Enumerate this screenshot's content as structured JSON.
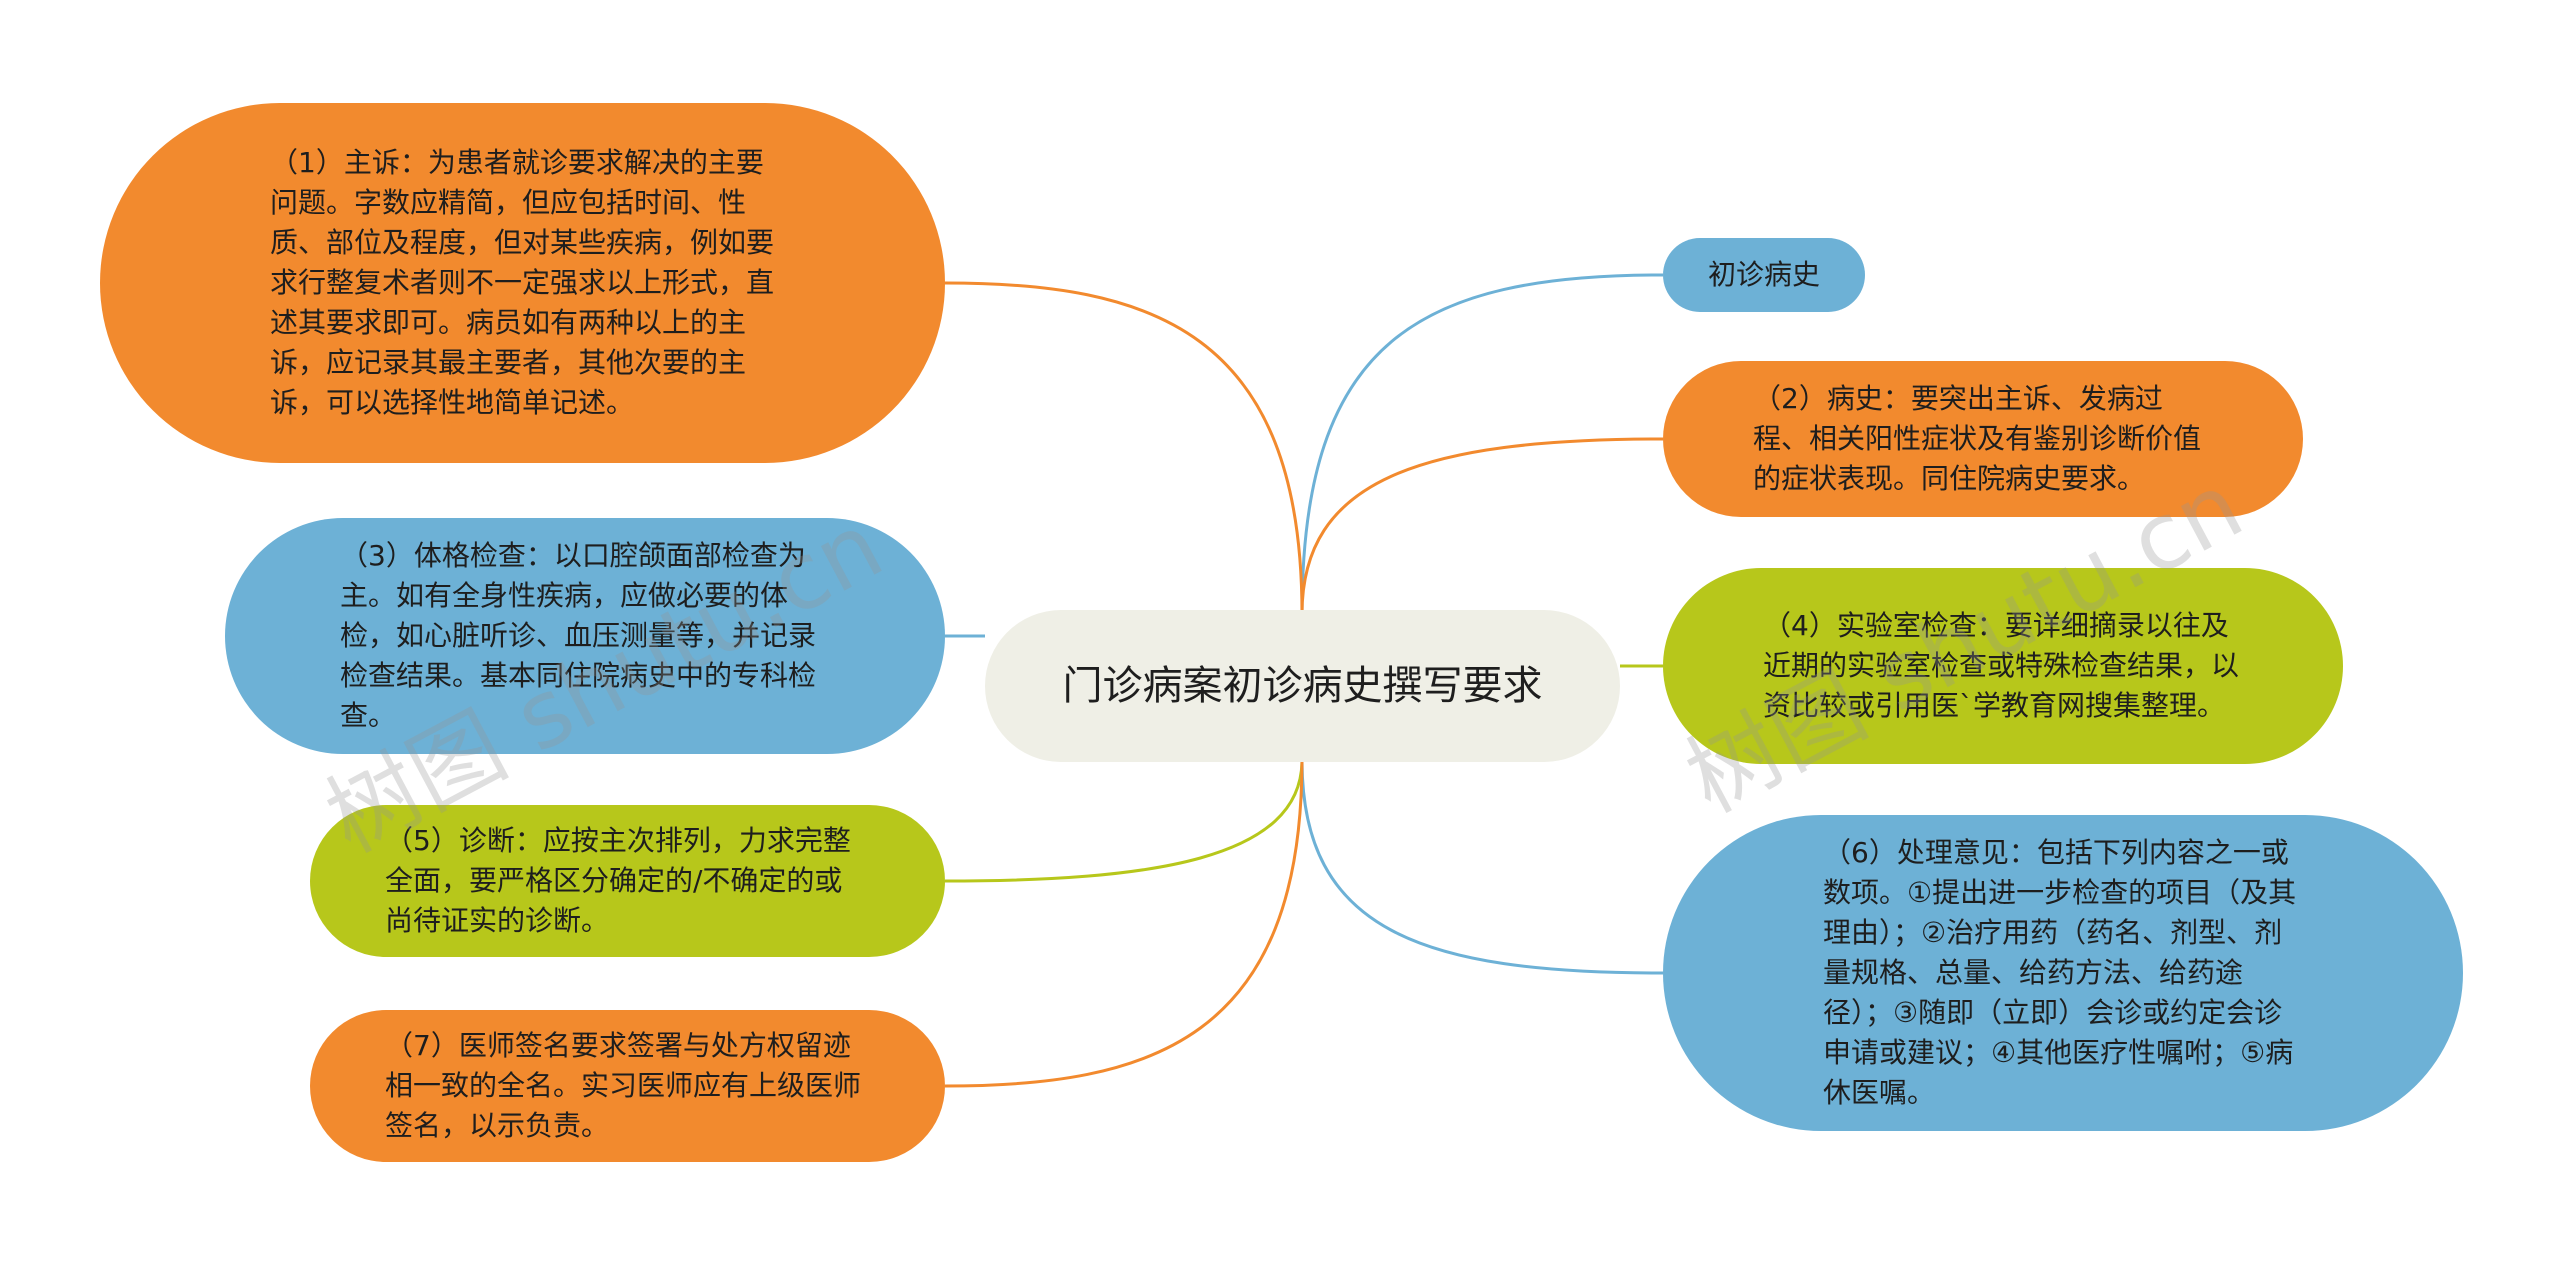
{
  "root": {
    "label": "门诊病案初诊病史撰写要求"
  },
  "nodes": [
    {
      "id": "history",
      "text": "初诊病史"
    },
    {
      "id": "cc",
      "text": "（1）主诉：为患者就诊要求解决的主要问题。字数应精简，但应包括时间、性质、部位及程度，但对某些疾病，例如要求行整复术者则不一定强求以上形式，直述其要求即可。病员如有两种以上的主诉，应记录其最主要者，其他次要的主诉，可以选择性地简单记述。"
    },
    {
      "id": "hpi",
      "text": "（2）病史：要突出主诉、发病过程、相关阳性症状及有鉴别诊断价值的症状表现。同住院病史要求。"
    },
    {
      "id": "pe",
      "text": "（3）体格检查：以口腔颌面部检查为主。如有全身性疾病，应做必要的体检，如心脏听诊、血压测量等，并记录检查结果。基本同住院病史中的专科检查。"
    },
    {
      "id": "lab",
      "text": "（4）实验室检查：要详细摘录以往及近期的实验室检查或特殊检查结果，以资比较或引用医`学教育网搜集整理。"
    },
    {
      "id": "dx",
      "text": "（5）诊断：应按主次排列，力求完整全面，要严格区分确定的/不确定的或尚待证实的诊断。"
    },
    {
      "id": "plan",
      "text": "（6）处理意见：包括下列内容之一或数项。①提出进一步检查的项目（及其理由）；②治疗用药（药名、剂型、剂量规格、总量、给药方法、给药途径）；③随即（立即）会诊或约定会诊申请或建议；④其他医疗性嘱咐；⑤病休医嘱。"
    },
    {
      "id": "sign",
      "text": "（7）医师签名要求签署与处方权留迹相一致的全名。实习医师应有上级医师签名，以示负责。"
    }
  ],
  "watermarks": [
    "树图 shutu.cn",
    "树图 shutu.cn"
  ],
  "colors": {
    "orange": "#f28a2e",
    "blue": "#6db1d6",
    "green": "#b7c71b",
    "root": "#efefe6"
  }
}
